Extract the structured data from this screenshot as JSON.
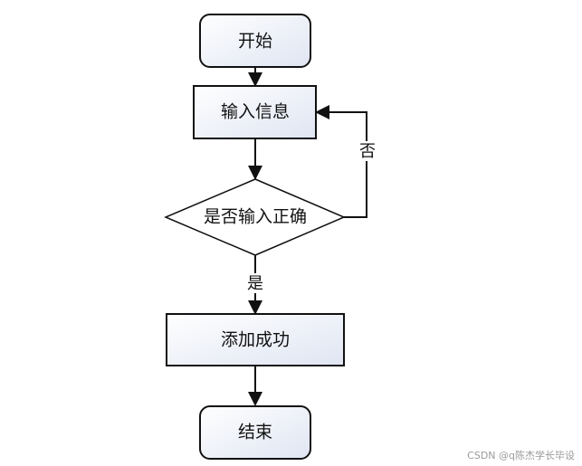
{
  "nodes": {
    "start": {
      "label": "开始",
      "shape": "terminal"
    },
    "input": {
      "label": "输入信息",
      "shape": "process"
    },
    "check": {
      "label": "是否输入正确",
      "shape": "decision"
    },
    "success": {
      "label": "添加成功",
      "shape": "process"
    },
    "end": {
      "label": "结束",
      "shape": "terminal"
    }
  },
  "edges": [
    {
      "from": "start",
      "to": "input",
      "label": ""
    },
    {
      "from": "input",
      "to": "check",
      "label": ""
    },
    {
      "from": "check",
      "to": "input",
      "label": "否"
    },
    {
      "from": "check",
      "to": "success",
      "label": "是"
    },
    {
      "from": "success",
      "to": "end",
      "label": ""
    }
  ],
  "watermark": "CSDN @q陈杰学长毕设",
  "colors": {
    "stroke": "#111111",
    "box_fill_light": "#ffffff",
    "box_fill_dark": "#dfe5f2",
    "text": "#111111"
  }
}
